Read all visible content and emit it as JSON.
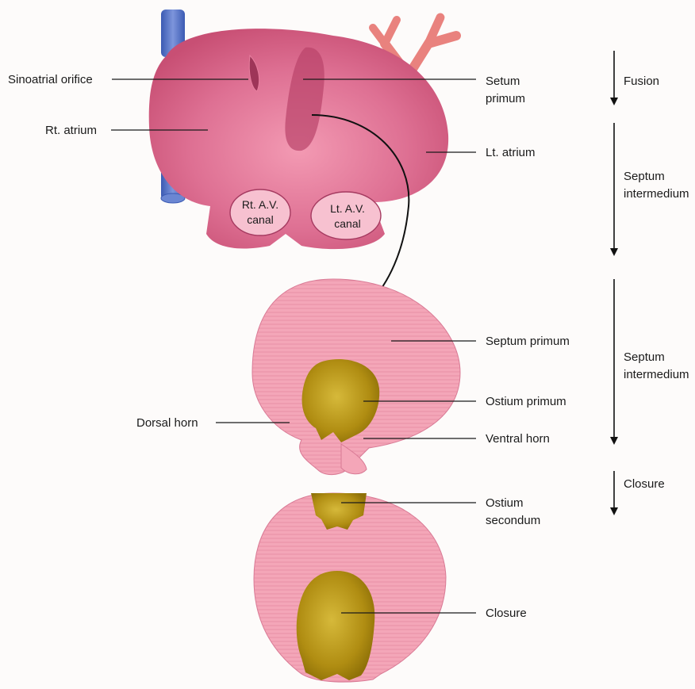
{
  "labels": {
    "sinoatrial_orifice": "Sinoatrial orifice",
    "rt_atrium": "Rt. atrium",
    "setum_primum_1": "Setum",
    "setum_primum_2": "primum",
    "lt_atrium": "Lt. atrium",
    "rt_av_canal_1": "Rt. A.V.",
    "rt_av_canal_2": "canal",
    "lt_av_canal_1": "Lt. A.V.",
    "lt_av_canal_2": "canal",
    "septum_primum": "Septum primum",
    "ostium_primum": "Ostium primum",
    "dorsal_horn": "Dorsal horn",
    "ventral_horn": "Ventral horn",
    "ostium_secondum_1": "Ostium",
    "ostium_secondum_2": "secondum",
    "closure": "Closure"
  },
  "stages": {
    "fusion": "Fusion",
    "septum_intermedium_a_1": "Septum",
    "septum_intermedium_a_2": "intermedium",
    "septum_intermedium_b_1": "Septum",
    "septum_intermedium_b_2": "intermedium",
    "closure": "Closure"
  },
  "colors": {
    "atrium": "#cf5a7c",
    "atrium_light": "#f3a9bc",
    "septum_pink": "#f4a6b8",
    "ostium_gold": "#b8960f",
    "vein_blue": "#4f6fc0",
    "artery_pink": "#f08a86"
  }
}
